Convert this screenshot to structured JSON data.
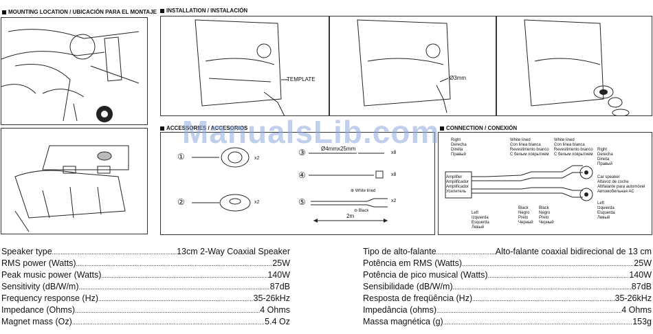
{
  "headers": {
    "mounting": "MOUNTING LOCATION / UBICACIÓN PARA EL MONTAJE",
    "installation": "INSTALLATION / INSTALACIÓN",
    "accessories": "ACCESSORIES / ACCESORIOS",
    "connection": "CONNECTION / CONEXIÓN"
  },
  "watermark": "ManualsLib.com",
  "installation": {
    "template_label": "TEMPLATE",
    "drill_label": "Ø3mm"
  },
  "accessories": {
    "items": [
      {
        "num": "①",
        "qty": "x2"
      },
      {
        "num": "②",
        "qty": "x2"
      },
      {
        "num": "③",
        "qty": "x8",
        "label": "Ø4mmx25mm"
      },
      {
        "num": "④",
        "qty": "x8"
      },
      {
        "num": "⑤",
        "qty": "x2"
      }
    ],
    "white_lined": "⊕ White lined",
    "black": "⊖ Black",
    "length": "2m"
  },
  "connection": {
    "amplifier": [
      "Amplifier",
      "Amplificador",
      "Amplificador",
      "Усилитель"
    ],
    "right_top": [
      "Right",
      "Derecha",
      "Direita",
      "Правый"
    ],
    "left_bottom": [
      "Left",
      "Izquierda",
      "Esquerda",
      "Левый"
    ],
    "white_lined_1": [
      "White lined",
      "Con linea blanca",
      "Revestimento branco",
      "С белым покрытием"
    ],
    "white_lined_2": [
      "White lined",
      "Con linea blanca",
      "Revestimento branco",
      "С белым покрытием"
    ],
    "black_1": [
      "Black",
      "Negro",
      "Preto",
      "Черный"
    ],
    "black_2": [
      "Black",
      "Negro",
      "Preto",
      "Черный"
    ],
    "right_side": [
      "Right",
      "Derecha",
      "Direita",
      "Правый"
    ],
    "car_speaker": [
      "Car speaker",
      "Altavoz de coche",
      "Altifalante para automóvel",
      "Автомобильная АС"
    ],
    "left_side": [
      "Left",
      "Izquierda",
      "Esquerda",
      "Левый"
    ]
  },
  "specs_en": [
    {
      "label": "Speaker type",
      "value": "13cm 2-Way Coaxial Speaker"
    },
    {
      "label": "RMS power (Watts)",
      "value": "25W"
    },
    {
      "label": "Peak music power (Watts)",
      "value": "140W"
    },
    {
      "label": "Sensitivity (dB/W/m)",
      "value": "87dB"
    },
    {
      "label": "Frequency response (Hz)",
      "value": "35-26kHz"
    },
    {
      "label": "Impedance (Ohms)",
      "value": "4 Ohms"
    },
    {
      "label": "Magnet mass (Oz)",
      "value": "5.4 Oz"
    }
  ],
  "specs_pt": [
    {
      "label": "Tipo de alto-falante",
      "value": "Alto-falante coaxial bidirecional de 13 cm"
    },
    {
      "label": "Potência em RMS (Watts)",
      "value": "25W"
    },
    {
      "label": "Potência de pico musical (Watts)",
      "value": "140W"
    },
    {
      "label": "Sensibilidade (dB/W/m)",
      "value": "87dB"
    },
    {
      "label": "Resposta de freqüência (Hz)",
      "value": "35-26kHz"
    },
    {
      "label": "Impedância (ohms)",
      "value": "4 Ohms"
    },
    {
      "label": "Massa magnética (g)",
      "value": "153g"
    }
  ]
}
